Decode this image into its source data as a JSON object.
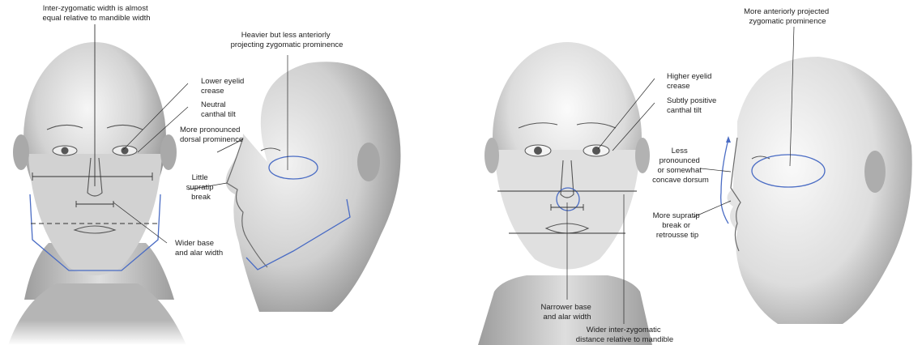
{
  "colors": {
    "guide_blue": "#4a6cc4",
    "leader_line": "#2a2a2a",
    "label_text": "#222222",
    "skin_dark": "#8d8d8d",
    "skin_light": "#f4f4f4"
  },
  "figures": {
    "male_front": "male-front-face",
    "male_profile": "male-profile-face",
    "female_front": "female-front-face",
    "female_profile": "female-profile-face"
  },
  "male": {
    "inter_zygomatic": [
      "Inter-zygomatic width is almost",
      "equal relative to mandible width"
    ],
    "heavier_zygomatic": [
      "Heavier but less anteriorly",
      "projecting zygomatic prominence"
    ],
    "lower_eyelid": [
      "Lower eyelid",
      "crease"
    ],
    "neutral_canthal": [
      "Neutral",
      "canthal tilt"
    ],
    "dorsal_prominence": [
      "More pronounced",
      "dorsal prominence"
    ],
    "supratip": [
      "Little",
      "supratip",
      "break"
    ],
    "wider_base": [
      "Wider base",
      "and alar width"
    ]
  },
  "female": {
    "anterior_zygomatic": [
      "More anteriorly projected",
      "zygomatic prominence"
    ],
    "higher_eyelid": [
      "Higher eyelid",
      "crease"
    ],
    "positive_canthal": [
      "Subtly positive",
      "canthal tilt"
    ],
    "concave_dorsum": [
      "Less",
      "pronounced",
      "or somewhat",
      "concave dorsum"
    ],
    "supratip": [
      "More supratip",
      "break or",
      "retrousse tip"
    ],
    "narrower_base": [
      "Narrower base",
      "and alar width"
    ],
    "wider_inter_zygomatic": [
      "Wider inter-zygomatic",
      "distance relative to mandible"
    ]
  }
}
